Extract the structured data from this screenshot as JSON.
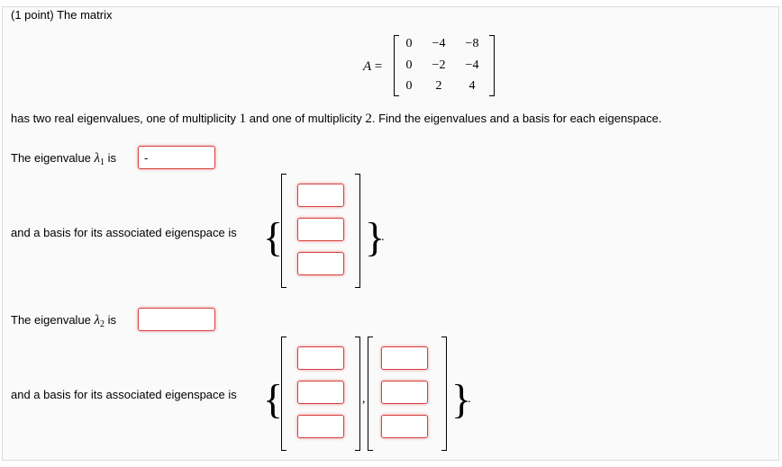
{
  "header": {
    "title": "(1 point) The matrix"
  },
  "matrix": {
    "label": "A",
    "equals": "=",
    "rows": [
      [
        "0",
        "−4",
        "−8"
      ],
      [
        "0",
        "−2",
        "−4"
      ],
      [
        "0",
        "2",
        "4"
      ]
    ]
  },
  "statement": {
    "before1": "has two real eigenvalues, one of multiplicity ",
    "mult1": "1",
    "between": " and one of multiplicity ",
    "mult2": "2",
    "after": ". Find the eigenvalues and a basis for each eigenspace."
  },
  "q1": {
    "prefix": "The eigenvalue ",
    "lambda": "λ",
    "sub": "1",
    "suffix": " is",
    "value": "-",
    "basis_label": "and a basis for its associated eigenspace is",
    "period": "."
  },
  "q2": {
    "prefix": "The eigenvalue ",
    "lambda": "λ",
    "sub": "2",
    "suffix": " is",
    "value": "",
    "basis_label": "and a basis for its associated eigenspace is",
    "separator": ",",
    "period": "."
  },
  "symbols": {
    "open_brace": "{",
    "close_brace": "}"
  }
}
